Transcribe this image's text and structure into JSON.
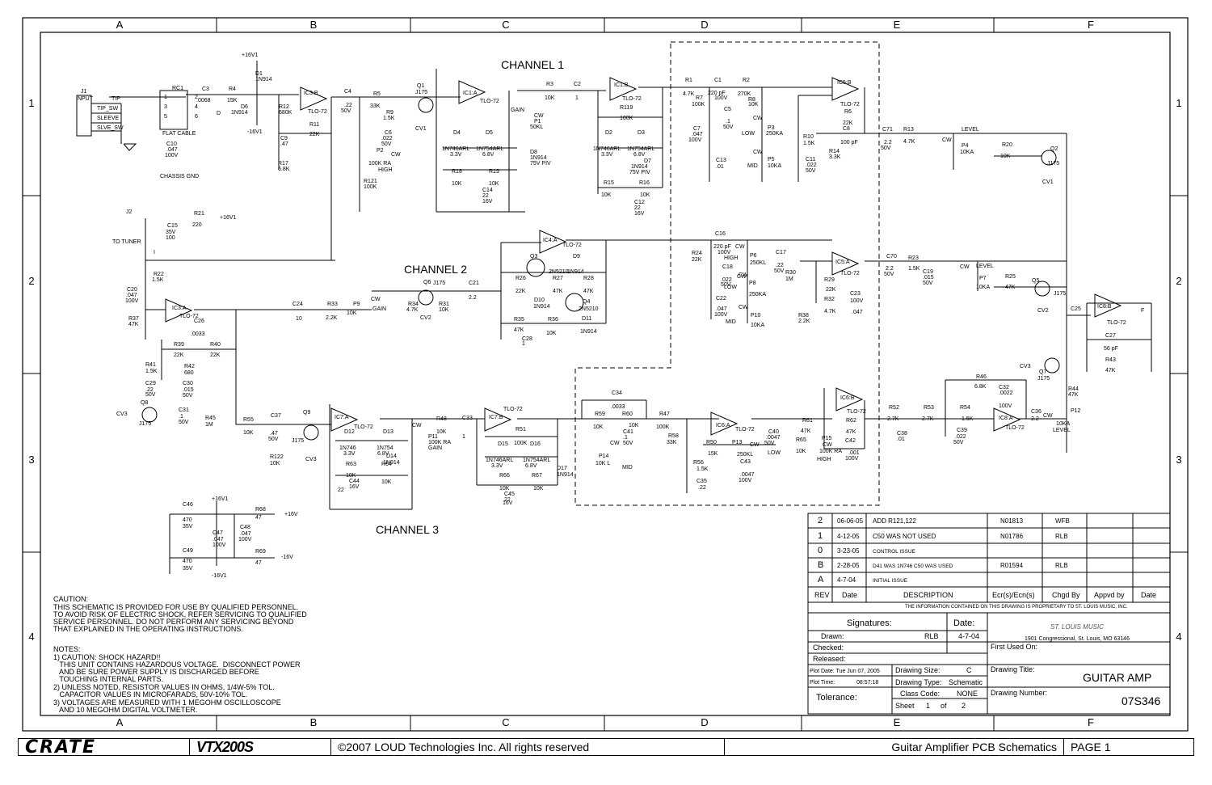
{
  "grid": {
    "columns": [
      "A",
      "B",
      "C",
      "D",
      "E",
      "F"
    ],
    "rows": [
      "1",
      "2",
      "3",
      "4"
    ]
  },
  "channels": [
    "CHANNEL 1",
    "CHANNEL 2",
    "CHANNEL 3"
  ],
  "components": {
    "j1": [
      "J1",
      "INPUT",
      "TIP",
      "TIP_SW",
      "SLVE_SW",
      "SLEEVE"
    ],
    "rc1": [
      "RC1",
      "1",
      "2",
      "3",
      "4",
      "5",
      "6",
      "FLAT CABLE",
      "D"
    ],
    "c3": [
      "C3",
      ".0068"
    ],
    "r4": [
      "R4",
      "15K"
    ],
    "d1": [
      "+16V1",
      "D1",
      "1N914"
    ],
    "d6": [
      "D6",
      "1N914",
      "-16V1"
    ],
    "r12": [
      "R12",
      "680K"
    ],
    "ic3b": [
      "IC3:B",
      "TLO-72"
    ],
    "c4": [
      "C4",
      ".22",
      "50V"
    ],
    "c9": [
      "C9",
      ".47"
    ],
    "r11": [
      "R11",
      "22K"
    ],
    "r17": [
      "R17",
      "6.8K"
    ],
    "c10": [
      "C10",
      ".047",
      "100V"
    ],
    "chassis": [
      "CHASSIS GND"
    ],
    "r5": [
      "R5",
      "33K"
    ],
    "r9": [
      "R9",
      "1.5K"
    ],
    "c6": [
      "C6",
      ".022",
      "50V"
    ],
    "p2": [
      "P2",
      "100K RA",
      "HIGH",
      "CW"
    ],
    "r121": [
      "R121",
      "100K"
    ],
    "q1": [
      "Q1",
      "J175",
      "CV1"
    ],
    "ic1a": [
      "IC1:A",
      "TLO-72"
    ],
    "gain1": [
      "GAIN",
      "CW",
      "P1",
      "50KL"
    ],
    "d4": [
      "D4",
      "1N746ARL",
      "3.3V"
    ],
    "d5": [
      "D5",
      "1N754ARL",
      "6.8V"
    ],
    "d8": [
      "D8",
      "1N914",
      "75V PIV"
    ],
    "r18": [
      "R18",
      "10K"
    ],
    "r19": [
      "R19",
      "10K"
    ],
    "c14": [
      "C14",
      "22",
      "16V"
    ],
    "r3": [
      "R3",
      "10K"
    ],
    "c2": [
      "C2",
      "1"
    ],
    "ic1b": [
      "IC1:B",
      "TLO-72"
    ],
    "r119": [
      "R119",
      "100K"
    ],
    "d2": [
      "D2",
      "1N746ARL",
      "3.3V"
    ],
    "d3": [
      "D3",
      "1N754ARL",
      "6.8V"
    ],
    "d7": [
      "D7",
      "1N914",
      "75V PIV"
    ],
    "r15": [
      "R15",
      "10K"
    ],
    "r16": [
      "R16",
      "10K"
    ],
    "c12": [
      "C12",
      "22",
      "16V"
    ],
    "r1": [
      "R1",
      "4.7K"
    ],
    "c1": [
      "C1",
      "220 pF",
      "100V"
    ],
    "r2": [
      "R2",
      "270K"
    ],
    "r7": [
      "R7",
      "100K"
    ],
    "r8": [
      "R8",
      "10K"
    ],
    "c5": [
      "C5",
      ".1",
      "50V"
    ],
    "p3": [
      "P3",
      "250KA",
      "LOW",
      "CW"
    ],
    "c7": [
      "C7",
      ".047",
      "100V"
    ],
    "p5": [
      "P5",
      "10KA",
      "MID",
      "CW"
    ],
    "c13": [
      "C13",
      ".01"
    ],
    "r10": [
      "R10",
      "1.5K"
    ],
    "c11": [
      "C11",
      ".022",
      "50V"
    ],
    "ic5b": [
      "IC5:B",
      "TLO-72"
    ],
    "r6": [
      "R6",
      "22K"
    ],
    "c8": [
      "C8",
      "100 pF"
    ],
    "r14": [
      "R14",
      "3.3K"
    ],
    "c71": [
      "C71",
      "2.2",
      "50V"
    ],
    "r13": [
      "R13",
      "4.7K"
    ],
    "p4": [
      "LEVEL",
      "CW",
      "P4",
      "10KA"
    ],
    "r20": [
      "R20",
      "10K"
    ],
    "q2": [
      "Q2",
      "J175",
      "CV1"
    ],
    "j2": [
      "J2",
      "TO TUNER",
      "I"
    ],
    "r21": [
      "R21",
      "220",
      "+16V1"
    ],
    "c15": [
      "C15",
      "35V",
      "100"
    ],
    "r22": [
      "R22",
      "1.5K"
    ],
    "c20": [
      "C20",
      ".047",
      "100V"
    ],
    "r37": [
      "R37",
      "47K"
    ],
    "ic3a": [
      "IC3:A",
      "TLO-72"
    ],
    "c26": [
      "C26",
      ".0033"
    ],
    "r39": [
      "R39",
      "22K"
    ],
    "r40": [
      "R40",
      "22K"
    ],
    "c24": [
      "C24",
      "10"
    ],
    "r33": [
      "R33",
      "2.2K"
    ],
    "p9": [
      "P9",
      "10K",
      "GAIN",
      "CW"
    ],
    "q6": [
      "Q6",
      "J175",
      "CV2"
    ],
    "r34": [
      "R34",
      "4.7K"
    ],
    "r31": [
      "R31",
      "10K"
    ],
    "c21": [
      "C21",
      "2.2"
    ],
    "ic4a": [
      "IC4:A",
      "TLO-72"
    ],
    "q3": [
      "Q3",
      "2N5210"
    ],
    "d9": [
      "D9",
      "1N914"
    ],
    "r26": [
      "R26",
      "22K"
    ],
    "r27": [
      "R27",
      "47K"
    ],
    "r28": [
      "R28",
      "47K"
    ],
    "d10": [
      "D10",
      "1N914"
    ],
    "q4": [
      "Q4",
      "2N5210"
    ],
    "r35": [
      "R35",
      "47K"
    ],
    "r36": [
      "R36",
      "10K"
    ],
    "d11": [
      "D11",
      "1N914"
    ],
    "c28": [
      "C28",
      "1"
    ],
    "c16": [
      "C16",
      "220 pF",
      "100V",
      "CW"
    ],
    "r24": [
      "R24",
      "22K"
    ],
    "p6": [
      "P6",
      "250KL",
      "HIGH"
    ],
    "c17": [
      "C17",
      ".22",
      "50V"
    ],
    "c18": [
      "C18",
      ".022",
      "50V",
      "CW"
    ],
    "p8": [
      "P8",
      "250KA",
      "LOW",
      "CW"
    ],
    "c22": [
      "C22",
      ".047",
      "100V"
    ],
    "p10": [
      "P10",
      "10KA",
      "MID",
      "CW"
    ],
    "r30": [
      "R30",
      "1M"
    ],
    "r38": [
      "R38",
      "2.2K"
    ],
    "ic5a": [
      "IC5:A",
      "TLO-72"
    ],
    "r29": [
      "R29",
      "22K"
    ],
    "r32": [
      "R32",
      "4.7K"
    ],
    "c23": [
      "C23",
      "100V",
      ".047"
    ],
    "c70": [
      "C70",
      "2.2",
      "50V"
    ],
    "r23": [
      "R23",
      "1.5K"
    ],
    "c19": [
      "C19",
      ".015",
      "50V"
    ],
    "p7": [
      "LEVEL",
      "CW",
      "P7",
      "10KA"
    ],
    "r25": [
      "R25",
      "47K"
    ],
    "q5": [
      "Q5",
      "J175",
      "CV2"
    ],
    "c25": [
      "C25"
    ],
    "ic8b": [
      "IC8:B",
      "TLO-72",
      "F"
    ],
    "c27": [
      "C27",
      "56 pF"
    ],
    "r43": [
      "R43",
      "47K"
    ],
    "q7": [
      "Q7",
      "J175",
      "CV3"
    ],
    "r44": [
      "R44",
      "47K"
    ],
    "r41": [
      "R41",
      "1.5K"
    ],
    "r42": [
      "R42",
      "680"
    ],
    "c29": [
      "C29",
      ".22",
      "50V"
    ],
    "c30": [
      "C30",
      ".015",
      "50V"
    ],
    "c31": [
      "C31",
      ".1",
      "50V"
    ],
    "r45": [
      "R45",
      "1M"
    ],
    "q8": [
      "Q8",
      "J175",
      "CV3"
    ],
    "r55": [
      "R55",
      "10K"
    ],
    "c37": [
      "C37",
      ".47",
      "50V"
    ],
    "q9": [
      "Q9",
      "J175",
      "CV3"
    ],
    "r122": [
      "R122",
      "10K"
    ],
    "ic7a": [
      "IC7:A",
      "TLO-72"
    ],
    "d12": [
      "D12",
      "1N746",
      "3.3V"
    ],
    "d13": [
      "D13",
      "1N754",
      "6.8V"
    ],
    "d14": [
      "D14",
      "1N914"
    ],
    "r63": [
      "R63",
      "10K"
    ],
    "c44": [
      "C44",
      "16V",
      "22"
    ],
    "r64": [
      "R64",
      "10K"
    ],
    "p11": [
      "P11",
      "100K RA",
      "GAIN",
      "CW"
    ],
    "r48": [
      "R48",
      "10K"
    ],
    "c33": [
      "C33",
      "1"
    ],
    "ic7b": [
      "IC7:B",
      "TLO-72"
    ],
    "r51": [
      "R51",
      "100K"
    ],
    "d15": [
      "D15",
      "1N746ARL",
      "3.3V"
    ],
    "d16": [
      "D16",
      "1N754ARL",
      "6.8V"
    ],
    "d17": [
      "D17",
      "1N914"
    ],
    "r66": [
      "R66",
      "10K"
    ],
    "c45": [
      "C45",
      "22",
      "16V"
    ],
    "r67": [
      "R67",
      "10K"
    ],
    "c34": [
      "C34",
      ".0033"
    ],
    "r59": [
      "R59",
      "10K"
    ],
    "r60": [
      "R60",
      "10K"
    ],
    "c41": [
      "C41",
      ".1",
      "50V"
    ],
    "p14": [
      "P14",
      "10K L",
      "MID",
      "CW"
    ],
    "r47": [
      "R47",
      "100K"
    ],
    "r58": [
      "R58",
      "33K"
    ],
    "r56": [
      "R56",
      "1.5K"
    ],
    "c35": [
      "C35",
      ".22"
    ],
    "ic6a": [
      "IC6:A",
      "TLO-72"
    ],
    "r50": [
      "R50",
      "15K"
    ],
    "p13": [
      "P13",
      "250KL",
      "LOW",
      "CW"
    ],
    "c43": [
      "C43",
      ".0047",
      "100V"
    ],
    "c40": [
      "C40",
      ".0047",
      "50V"
    ],
    "r61": [
      "R61",
      "47K"
    ],
    "r65": [
      "R65",
      "10K"
    ],
    "p15": [
      "P15",
      "100K RA",
      "HIGH",
      "CW"
    ],
    "ic6b": [
      "IC6:B",
      "TLO-72"
    ],
    "r62": [
      "R62",
      "47K"
    ],
    "c42": [
      "C42",
      ".001",
      "100V"
    ],
    "r52": [
      "R52",
      "2.7K"
    ],
    "c38": [
      "C38",
      ".01"
    ],
    "r53": [
      "R53",
      "2.7K"
    ],
    "c39": [
      "C39",
      ".022",
      "50V"
    ],
    "r54": [
      "R54",
      "1.5K"
    ],
    "r46": [
      "R46",
      "6.8K"
    ],
    "c32": [
      "C32",
      ".0022",
      "100V"
    ],
    "ic8a": [
      "IC8:A",
      "TLO-72"
    ],
    "c36": [
      "C36",
      "2.2",
      "CW"
    ],
    "p12": [
      "P12",
      "10KA",
      "LEVEL"
    ],
    "c46": [
      "C46",
      "470",
      "35V"
    ],
    "r68": [
      "R68",
      "47",
      "+16V",
      "+16V1"
    ],
    "c47": [
      "C47",
      ".047",
      "100V"
    ],
    "c48": [
      "C48",
      ".047",
      "100V"
    ],
    "c49": [
      "C49",
      "470",
      "35V"
    ],
    "r69": [
      "R69",
      "47",
      "-16V",
      "-16V1"
    ]
  },
  "caution": {
    "heading": "CAUTION:",
    "lines": [
      "THIS SCHEMATIC IS PROVIDED FOR USE BY QUALIFIED PERSONNEL.",
      "TO AVOID RISK OF ELECTRIC SHOCK, REFER SERVICING TO QUALIFIED",
      "SERVICE PERSONNEL.  DO NOT PERFORM ANY SERVICING BEYOND",
      "THAT EXPLAINED IN THE OPERATING INSTRUCTIONS."
    ]
  },
  "notes": {
    "heading": "NOTES:",
    "lines": [
      "1) CAUTION: SHOCK HAZARD!!",
      "   THIS UNIT CONTAINS HAZARDOUS VOLTAGE.  DISCONNECT POWER",
      "   AND BE SURE POWER SUPPLY IS DISCHARGED BEFORE",
      "   TOUCHING INTERNAL PARTS.",
      "2) UNLESS NOTED, RESISTOR VALUES IN OHMS, 1/4W-5% TOL.",
      "   CAPACITOR VALUES IN MICROFARADS, 50V-10% TOL.",
      "3) VOLTAGES ARE MEASURED WITH 1 MEGOHM OSCILLOSCOPE",
      "   AND 10 MEGOHM DIGITAL VOLTMETER."
    ]
  },
  "revisions": [
    {
      "rev": "2",
      "date": "06-06-05",
      "desc": "ADD R121,122",
      "ecr": "N01813",
      "by": "WFB"
    },
    {
      "rev": "1",
      "date": "4-12-05",
      "desc": "C50 WAS NOT USED",
      "ecr": "N01786",
      "by": "RLB"
    },
    {
      "rev": "0",
      "date": "3-23-05",
      "desc": "CONTROL  ISSUE",
      "ecr": "",
      "by": ""
    },
    {
      "rev": "B",
      "date": "2-28-05",
      "desc": "D41 WAS 1N746 C50 WAS USED",
      "ecr": "R01594",
      "by": "RLB"
    },
    {
      "rev": "A",
      "date": "4-7-04",
      "desc": "INITIAL ISSUE",
      "ecr": "",
      "by": ""
    }
  ],
  "rev_headers": [
    "REV",
    "Date",
    "DESCRIPTION",
    "Ecr(s)/Ecn(s)",
    "Chgd By",
    "Appvd by",
    "Date"
  ],
  "title_block": {
    "proprietary": "THE INFORMATION CONTAINED ON THIS DRAWING IS PROPRIETARY TO ST. LOUIS MUSIC, INC.",
    "signatures_label": "Signatures:",
    "date_label": "Date:",
    "drawn_label": "Drawn:",
    "drawn_by": "RLB",
    "drawn_date": "4-7-04",
    "checked_label": "Checked:",
    "released_label": "Released:",
    "address": "1901 Congressional, St. Louis, MO 63146",
    "first_used_label": "First Used On:",
    "plot_date": "Plot Date: Tue Jun 07, 2005",
    "plot_time_label": "Plot Time:",
    "plot_time": "08:57:18",
    "drawing_size_label": "Drawing Size:",
    "drawing_size": "C",
    "drawing_type_label": "Drawing Type:",
    "drawing_type": "Schematic",
    "tolerance_label": "Tolerance:",
    "class_code_label": "Class Code:",
    "class_code": "NONE",
    "sheet_label": "Sheet",
    "sheet": "1",
    "of_label": "of",
    "sheets": "2",
    "drawing_title_label": "Drawing Title:",
    "drawing_title": "GUITAR AMP",
    "drawing_number_label": "Drawing Number:",
    "drawing_number": "07S346",
    "signature_mark": "ST. LOUIS MUSIC"
  },
  "footer": {
    "brand": "CRATE",
    "model": "VTX200S",
    "copyright": "©2007 LOUD Technologies Inc.  All rights reserved",
    "description": "Guitar Amplifier PCB Schematics",
    "page": "PAGE 1"
  }
}
